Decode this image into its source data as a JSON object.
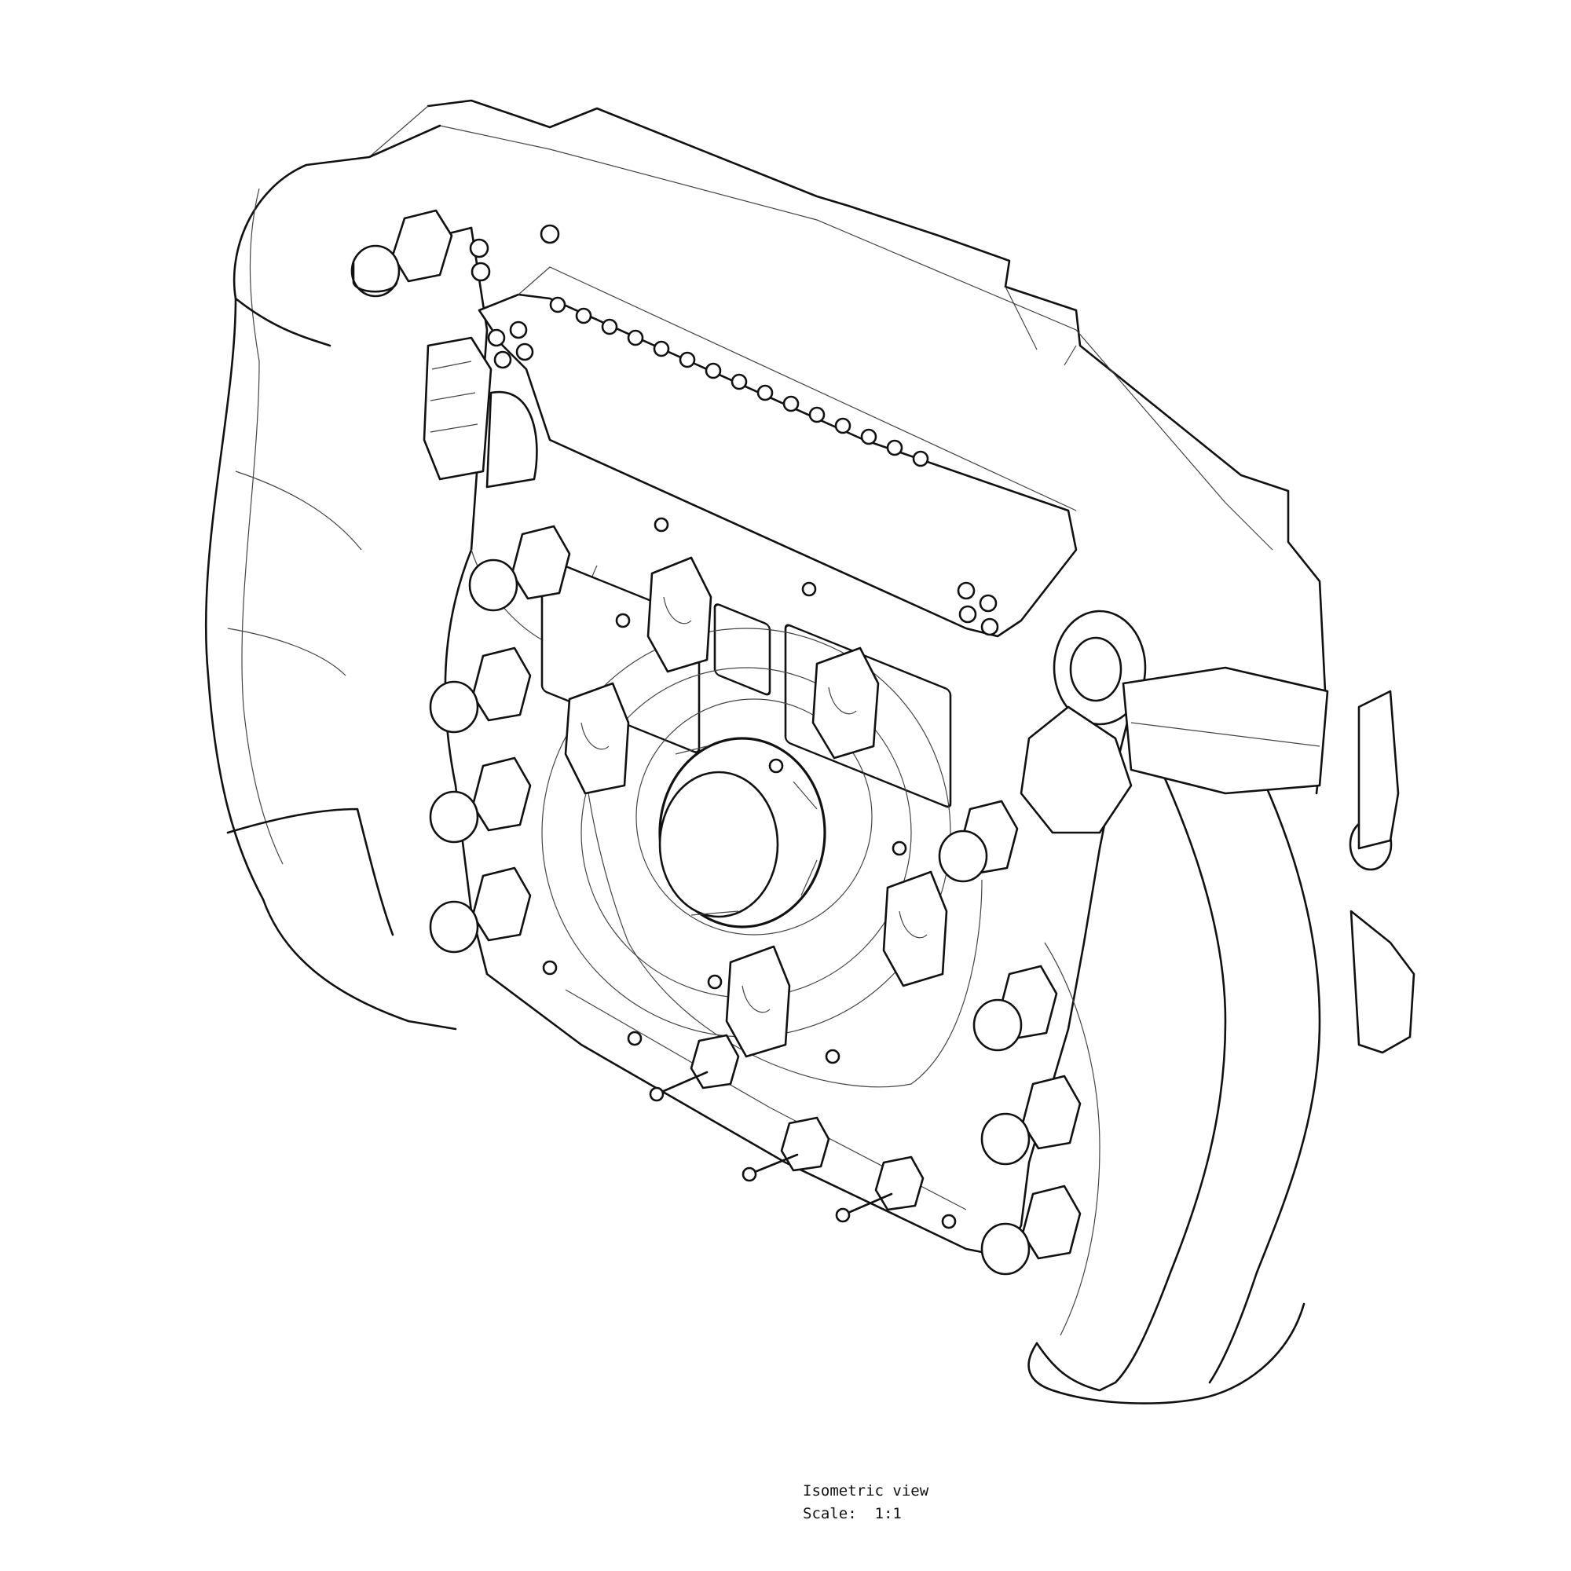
{
  "caption": {
    "view": "Isometric view",
    "scale_label": "Scale:",
    "scale_value": "1:1"
  },
  "drawing": {
    "subject": "steering-wheel-assembly",
    "colors": {
      "line": "#111111",
      "fine_line": "#444444",
      "background": "#ffffff"
    }
  }
}
